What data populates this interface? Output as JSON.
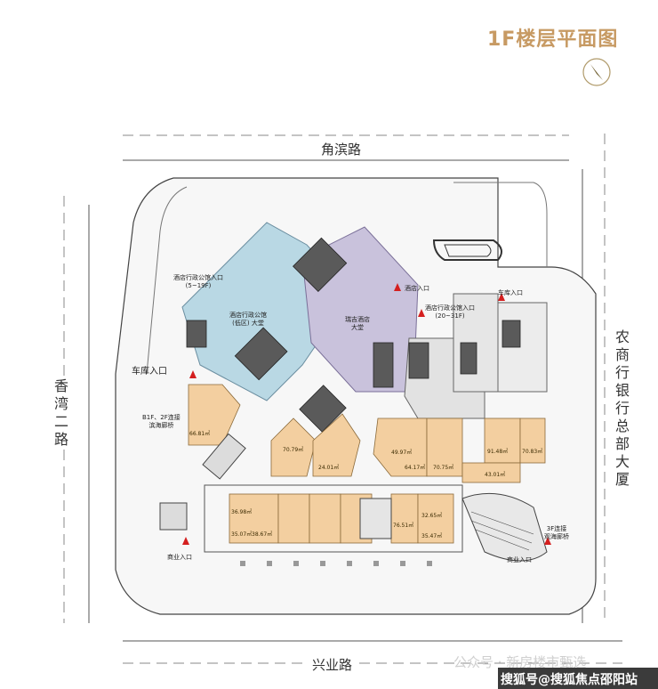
{
  "title": "1F楼层平面图",
  "roads": {
    "top": "角滨路",
    "bottom": "兴业路",
    "left": "香湾二路",
    "right": "农商行银行总部大厦"
  },
  "labels": {
    "hotel_office_entrance_low": "酒店行政公馆入口\n(5~19F)",
    "hotel_office_lobby_low": "酒店行政公馆\n(低区) 大堂",
    "hotel_lobby": "瑞吉酒店\n大堂",
    "hotel_entrance": "酒店入口",
    "hotel_office_entrance_high": "酒店行政公馆入口\n(20~31F)",
    "garage_entrance_left": "车库入口",
    "garage_entrance_right": "车库入口",
    "b1f_2f_link": "B1F、2F连接\n滨海廊桥",
    "commercial_entrance_left": "商业入口",
    "commercial_entrance_right": "商业入口",
    "three_f_link": "3F连接\n观海廊桥"
  },
  "unit_areas": [
    "66.81㎡",
    "70.79㎡",
    "49.97㎡",
    "64.17㎡",
    "70.75㎡",
    "91.48㎡",
    "70.83㎡",
    "43.01㎡",
    "36.98㎡",
    "35.07㎡",
    "38.67㎡",
    "76.51㎡",
    "32.65㎡",
    "35.47㎡",
    "24.01㎡"
  ],
  "watermark": {
    "wechat": "公众号 · 新房楼市甄选",
    "sohu": "搜狐号@搜狐焦点邵阳站"
  },
  "colors": {
    "title": "#c79a63",
    "retail": "#f3cfa0",
    "office_lobby": "#b9d8e4",
    "hotel_lobby": "#c9c2dc",
    "core": "#555555",
    "marker": "#d41f1f"
  }
}
